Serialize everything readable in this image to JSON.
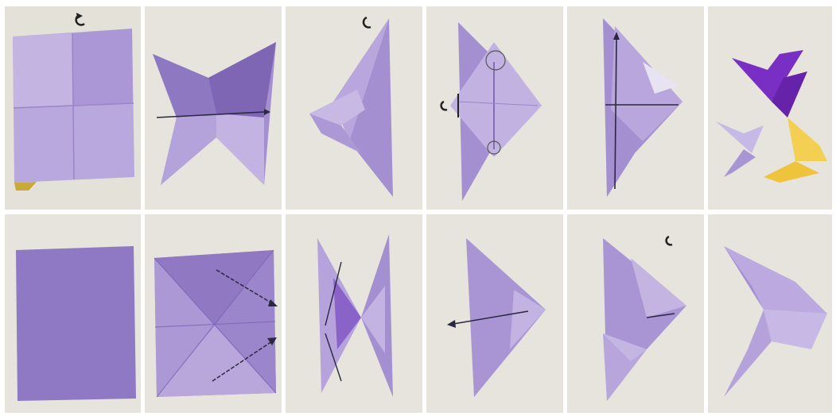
{
  "collage": {
    "colors": {
      "background": "#e4e2d8",
      "paper_light": "#b8a6dc",
      "paper_mid": "#a48fd0",
      "paper_dark": "#8a72bd",
      "paper_deep": "#6b4fa8",
      "butterfly_purple": "#7a2fc4",
      "butterfly_yellow": "#f3cf52",
      "arrow": "#2a2840"
    },
    "top_row": [
      {
        "name": "square-folded-in-quarters",
        "icon": "rotate-arrow-icon"
      },
      {
        "name": "waterbomb-base-with-arrow",
        "icon": "arrow-right-icon"
      },
      {
        "name": "triangle-side-flaps",
        "icon": "rotate-arrow-icon"
      },
      {
        "name": "diamond-with-circle-marks",
        "icon": "rotate-arrow-icon"
      },
      {
        "name": "diamond-with-vertical-arrow",
        "icon": "arrow-up-icon"
      },
      {
        "name": "finished-butterflies-colored",
        "icon": ""
      }
    ],
    "bottom_row": [
      {
        "name": "plain-square-sheet",
        "icon": ""
      },
      {
        "name": "square-with-creases-two-arrows",
        "icon": "arrow-diagonal-icon"
      },
      {
        "name": "bowtie-fold-with-arrows",
        "icon": "arrow-diagonal-icon"
      },
      {
        "name": "triangle-with-left-arrow",
        "icon": "arrow-left-icon"
      },
      {
        "name": "triangle-with-fold-mark",
        "icon": "rotate-arrow-icon"
      },
      {
        "name": "finished-butterfly-purple",
        "icon": ""
      }
    ]
  }
}
